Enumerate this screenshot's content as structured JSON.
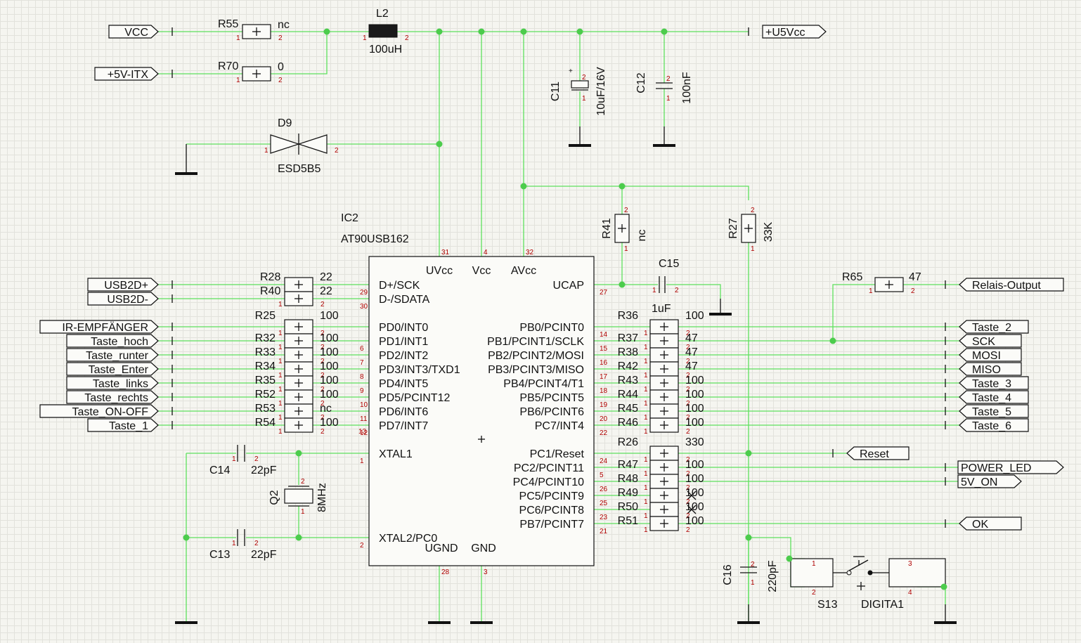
{
  "schematic": {
    "ic": {
      "ref": "IC2",
      "part": "AT90USB162",
      "power_pins": [
        {
          "name": "UVcc",
          "num": "31"
        },
        {
          "name": "Vcc",
          "num": "4"
        },
        {
          "name": "AVcc",
          "num": "32"
        }
      ],
      "ground_pins": [
        {
          "name": "UGND",
          "num": "28"
        },
        {
          "name": "GND",
          "num": "3"
        }
      ],
      "left_pins": [
        {
          "name": "D+/SCK",
          "num": "29"
        },
        {
          "name": "D-/SDATA",
          "num": "30"
        },
        {
          "name": "PD0/INT0",
          "num": ""
        },
        {
          "name": "PD1/INT1",
          "num": "6"
        },
        {
          "name": "PD2/INT2",
          "num": "7"
        },
        {
          "name": "PD3/INT3/TXD1",
          "num": "8"
        },
        {
          "name": "PD4/INT5",
          "num": "9"
        },
        {
          "name": "PD5/PCINT12",
          "num": "10"
        },
        {
          "name": "PD6/INT6",
          "num": "11"
        },
        {
          "name": "PD7/INT7",
          "num": "12"
        },
        {
          "name": "",
          "num": "13"
        },
        {
          "name": "XTAL1",
          "num": "1"
        },
        {
          "name": "XTAL2/PC0",
          "num": "2"
        }
      ],
      "right_pins": [
        {
          "name": "UCAP",
          "num": "27"
        },
        {
          "name": "PB0/PCINT0",
          "num": "14"
        },
        {
          "name": "PB1/PCINT1/SCLK",
          "num": "15"
        },
        {
          "name": "PB2/PCINT2/MOSI",
          "num": "16"
        },
        {
          "name": "PB3/PCINT3/MISO",
          "num": "17"
        },
        {
          "name": "PB4/PCINT4/T1",
          "num": "18"
        },
        {
          "name": "PB5/PCINT5",
          "num": "19"
        },
        {
          "name": "PB6/PCINT6",
          "num": "20"
        },
        {
          "name": "PC7/INT4",
          "num": "22"
        },
        {
          "name": "PC1/Reset",
          "num": "24"
        },
        {
          "name": "PC2/PCINT11",
          "num": "5"
        },
        {
          "name": "PC4/PCINT10",
          "num": "26"
        },
        {
          "name": "PC5/PCINT9",
          "num": "25"
        },
        {
          "name": "PC6/PCINT8",
          "num": "23"
        },
        {
          "name": "PB7/PCINT7",
          "num": "21"
        }
      ]
    },
    "power_section": {
      "vcc": "VCC",
      "plus5v_itx": "+5V-ITX",
      "u5vcc": "+U5Vcc",
      "r55": {
        "ref": "R55",
        "value": "nc"
      },
      "r70": {
        "ref": "R70",
        "value": "0"
      },
      "l2": {
        "ref": "L2",
        "value": "100uH"
      },
      "d9": {
        "ref": "D9",
        "value": "ESD5B5"
      },
      "c11": {
        "ref": "C11",
        "value": "10uF/16V"
      },
      "c12": {
        "ref": "C12",
        "value": "100nF"
      }
    },
    "pullups": {
      "r41": {
        "ref": "R41",
        "value": "nc"
      },
      "r27": {
        "ref": "R27",
        "value": "33K"
      },
      "c15": {
        "ref": "C15",
        "value": "1uF"
      }
    },
    "usb": {
      "r28": {
        "ref": "R28",
        "value": "22"
      },
      "r40": {
        "ref": "R40",
        "value": "22"
      },
      "nets": [
        "USB2D+",
        "USB2D-"
      ]
    },
    "left_resistors": [
      {
        "ref": "R25",
        "value": "100",
        "net": "IR-EMPFÄNGER"
      },
      {
        "ref": "R32",
        "value": "100",
        "net": "Taste_hoch"
      },
      {
        "ref": "R33",
        "value": "100",
        "net": "Taste_runter"
      },
      {
        "ref": "R34",
        "value": "100",
        "net": "Taste_Enter"
      },
      {
        "ref": "R35",
        "value": "100",
        "net": "Taste_links"
      },
      {
        "ref": "R52",
        "value": "100",
        "net": "Taste_rechts"
      },
      {
        "ref": "R53",
        "value": "nc",
        "net": "Taste_ON-OFF"
      },
      {
        "ref": "R54",
        "value": "100",
        "net": "Taste_1"
      }
    ],
    "right_resistors_b": [
      {
        "ref": "R36",
        "value": "100",
        "net": "Taste_2"
      },
      {
        "ref": "R37",
        "value": "47",
        "net": "SCK"
      },
      {
        "ref": "R38",
        "value": "47",
        "net": "MOSI"
      },
      {
        "ref": "R42",
        "value": "47",
        "net": "MISO"
      },
      {
        "ref": "R43",
        "value": "100",
        "net": "Taste_3"
      },
      {
        "ref": "R44",
        "value": "100",
        "net": "Taste_4"
      },
      {
        "ref": "R45",
        "value": "100",
        "net": "Taste_5"
      },
      {
        "ref": "R46",
        "value": "100",
        "net": "Taste_6"
      }
    ],
    "right_resistors_c": [
      {
        "ref": "R26",
        "value": "330",
        "net": "Reset"
      },
      {
        "ref": "R47",
        "value": "100",
        "net": "POWER_LED"
      },
      {
        "ref": "R48",
        "value": "100",
        "net": "5V_ON"
      },
      {
        "ref": "R49",
        "value": "100",
        "net": ""
      },
      {
        "ref": "R50",
        "value": "100",
        "net": ""
      },
      {
        "ref": "R51",
        "value": "100",
        "net": "OK"
      }
    ],
    "relais": {
      "ref": "R65",
      "value": "47",
      "net": "Relais-Output"
    },
    "crystal": {
      "q2": {
        "ref": "Q2",
        "value": "8MHz"
      },
      "c14": {
        "ref": "C14",
        "value": "22pF"
      },
      "c13": {
        "ref": "C13",
        "value": "22pF"
      }
    },
    "reset": {
      "c16": {
        "ref": "C16",
        "value": "220pF"
      },
      "s13": {
        "ref": "S13"
      },
      "digita1": {
        "ref": "DIGITA1"
      }
    },
    "colors": {
      "wire": "#5ee05e",
      "junction": "#4ccc4c",
      "pin_number": "#b00000",
      "background": "#f5f5f0"
    }
  }
}
